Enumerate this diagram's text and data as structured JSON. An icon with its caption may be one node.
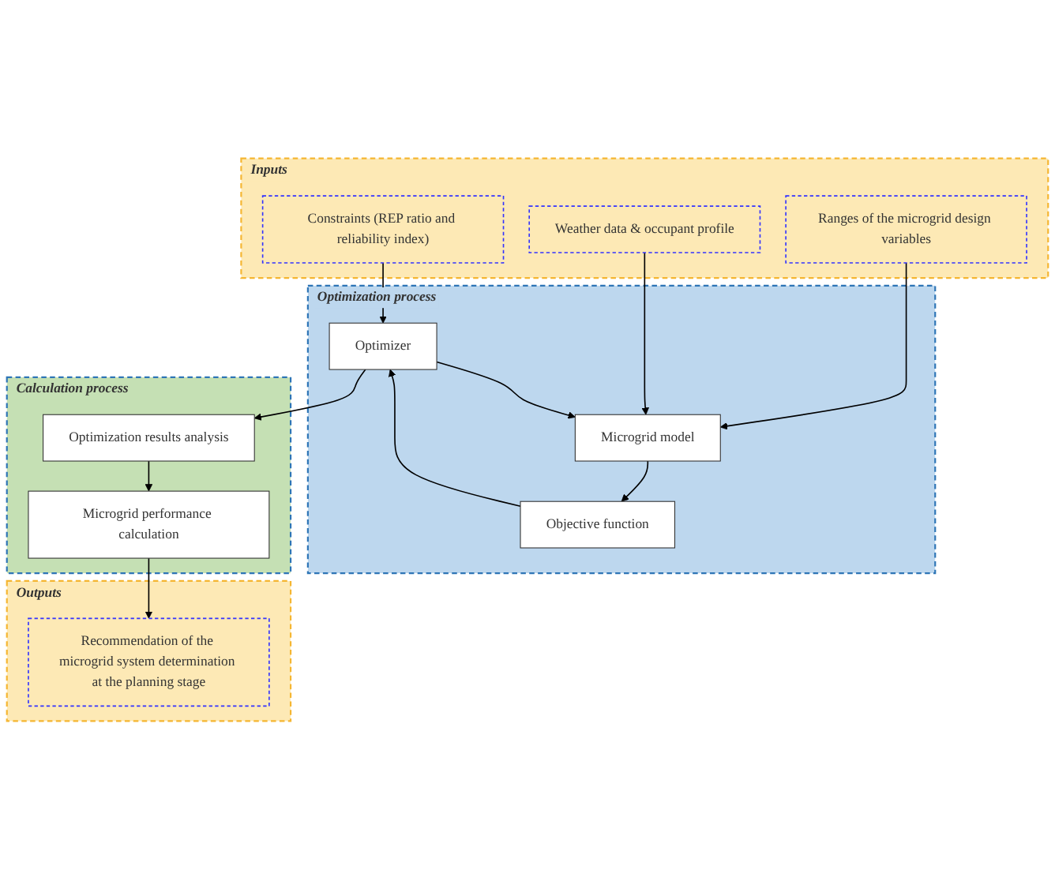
{
  "diagram": {
    "nodes": [
      {
        "text": [
          "Inputs"
        ]
      },
      {
        "text": [
          "Constraints (REP ratio and reliability index)"
        ],
        "in": 0
      },
      {
        "text": [
          "Ranges of the microgrid design variables"
        ],
        "in": 0
      },
      {
        "text": [
          "Weather data & occupant profile"
        ],
        "in": 0
      },
      {
        "text": [
          "Optimization process"
        ]
      },
      {
        "text": [
          "Microgrid model"
        ],
        "in": 4
      },
      {
        "text": [
          "Optimizer"
        ],
        "in": 4
      },
      {
        "text": [
          "Objective function"
        ],
        "in": 4
      },
      {
        "text": [
          "Calculation process"
        ]
      },
      {
        "text": [
          "Optimization results analysis"
        ],
        "in": 8
      },
      {
        "text": [
          "Microgrid performance calculation"
        ],
        "in": 8
      },
      {
        "text": [
          "Outputs"
        ]
      },
      {
        "text": [
          "Recommendation of the microgrid system determination at the planning stage"
        ],
        "in": 11
      }
    ],
    "edges": [
      {
        "from": 1,
        "to": 6,
        "arrow": "to"
      },
      {
        "from": 2,
        "to": 5,
        "arrow": "to"
      },
      {
        "from": 3,
        "to": 5,
        "arrow": "to"
      },
      {
        "from": 5,
        "to": 7,
        "arrow": "to"
      },
      {
        "from": 7,
        "to": 6,
        "arrow": "to"
      },
      {
        "from": 6,
        "to": 5,
        "arrow": "to"
      },
      {
        "from": 6,
        "to": 9,
        "arrow": "to"
      },
      {
        "from": 9,
        "to": 10,
        "arrow": "to"
      },
      {
        "from": 10,
        "to": 12,
        "arrow": "to"
      }
    ]
  }
}
